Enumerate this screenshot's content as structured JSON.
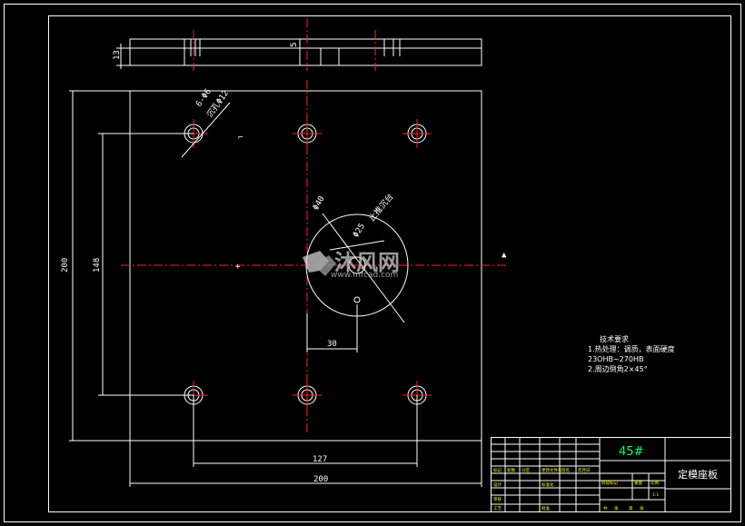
{
  "drawing": {
    "colors": {
      "background": "#000000",
      "outline": "#ffffff",
      "centerline": "#ff2020",
      "material": "#00ff66",
      "table_text": "#ffff00"
    },
    "top_view": {
      "dims": [
        "13",
        "5"
      ]
    },
    "plate": {
      "hole_label": "6-Φ6",
      "hole_label_2": "沉孔Φ12",
      "dim_height_outer": "200",
      "dim_height_inner": "148",
      "dim_width_inner": "127",
      "dim_width_outer": "200",
      "dim_center_offset": "30",
      "circle_label_a": "Φ40",
      "circle_label_b": "止推沉台",
      "circle_label_c": "Φ25"
    },
    "technical_requirements": {
      "title": "技术要求",
      "line1": "1.热处理：调质，表面硬度",
      "line2": "23OHB~270HB",
      "line3": "2.周边倒角2×45°"
    },
    "title_block": {
      "material": "45#",
      "part_name": "定模座板",
      "cells": [
        "标记",
        "处数",
        "分区",
        "更改文件号",
        "签名",
        "年月日",
        "设计",
        "标准化",
        "阶段标记",
        "重量",
        "比例",
        "审核",
        "工艺",
        "批准",
        "共",
        "张",
        "第",
        "张",
        "1:1"
      ]
    },
    "watermark": {
      "brand": "沐风网",
      "url": "www.mfcad.com"
    }
  }
}
